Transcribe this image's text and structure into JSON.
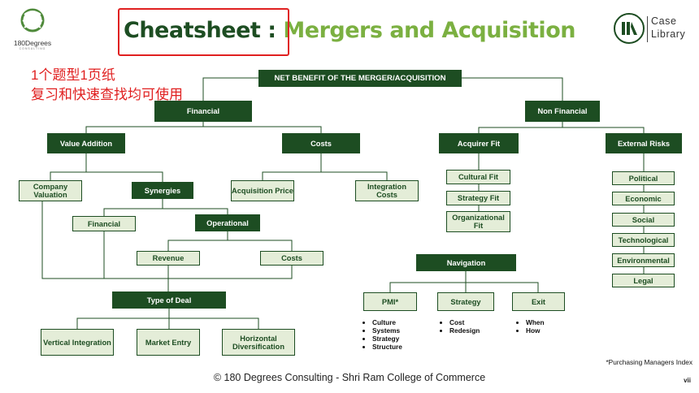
{
  "header": {
    "title_prefix": "Cheatsheet : ",
    "title_main": "Mergers and Acquisition",
    "left_logo_text": "180Degrees",
    "left_logo_sub": "CONSULTING",
    "right_logo_line1": "Case",
    "right_logo_line2": "Library"
  },
  "notes": {
    "line1": "1个题型1页纸",
    "line2": "复习和快速查找均可使用"
  },
  "diagram": {
    "root": "NET BENEFIT OF THE MERGER/ACQUISITION",
    "financial": "Financial",
    "non_financial": "Non Financial",
    "value_addition": "Value Addition",
    "costs": "Costs",
    "company_valuation": "Company Valuation",
    "synergies": "Synergies",
    "syn_financial": "Financial",
    "operational": "Operational",
    "revenue": "Revenue",
    "op_costs": "Costs",
    "acquisition_price": "Acquisition Price",
    "integration_costs": "Integration Costs",
    "type_of_deal": "Type of Deal",
    "vertical": "Vertical Integration",
    "market_entry": "Market Entry",
    "horizontal": "Horizontal Diversification",
    "acquirer_fit": "Acquirer Fit",
    "cultural_fit": "Cultural Fit",
    "strategy_fit": "Strategy Fit",
    "organizational_fit": "Organizational Fit",
    "external_risks": "External Risks",
    "risks": [
      "Political",
      "Economic",
      "Social",
      "Technological",
      "Environmental",
      "Legal"
    ],
    "navigation": "Navigation",
    "pmi": "PMI*",
    "strategy": "Strategy",
    "exit": "Exit",
    "pmi_items": [
      "Culture",
      "Systems",
      "Strategy",
      "Structure"
    ],
    "strategy_items": [
      "Cost",
      "Redesign"
    ],
    "exit_items": [
      "When",
      "How"
    ]
  },
  "footnote": "*Purchasing Managers Index",
  "footer": "© 180 Degrees Consulting - Shri Ram College of Commerce",
  "page_number": "vii",
  "colors": {
    "dark_green": "#1d4d22",
    "light_green": "#7bb041",
    "box_fill": "#e4edd8",
    "annotation_red": "#e02020"
  }
}
